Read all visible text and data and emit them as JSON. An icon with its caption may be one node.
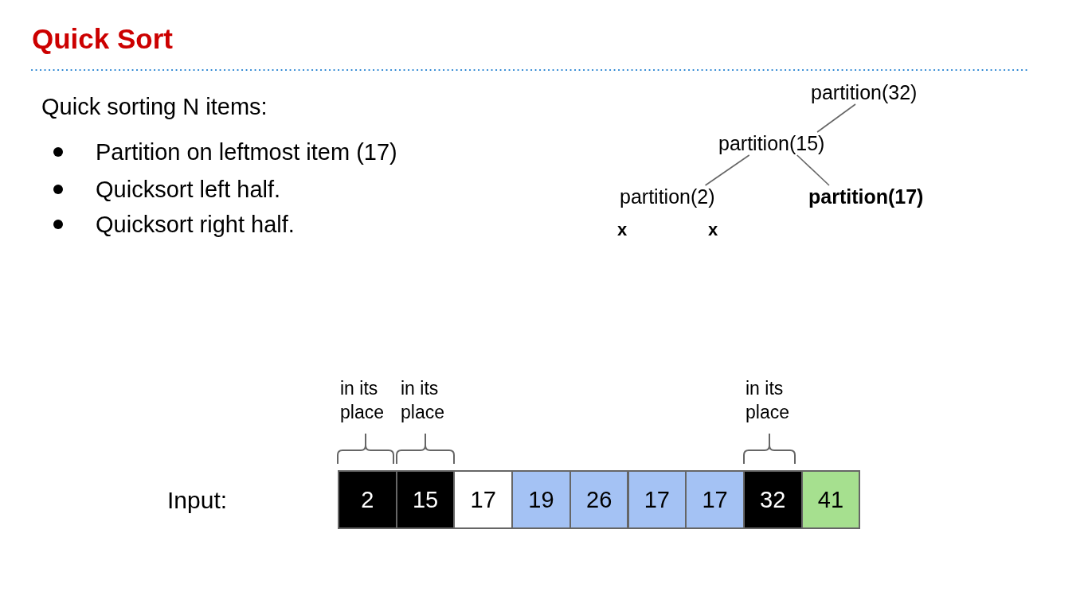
{
  "diagram": {
    "title": "Quick Sort",
    "nodes": [
      {
        "text": [
          "partition(32)"
        ]
      },
      {
        "text": [
          "partition(15)"
        ]
      },
      {
        "text": [
          "partition(2)"
        ]
      },
      {
        "text": [
          "partition(17)"
        ]
      },
      {
        "text": [
          "2"
        ]
      },
      {
        "text": [
          "15"
        ]
      },
      {
        "text": [
          "17"
        ]
      },
      {
        "text": [
          "19"
        ]
      },
      {
        "text": [
          "26"
        ]
      },
      {
        "text": [
          "17"
        ]
      },
      {
        "text": [
          "17"
        ]
      },
      {
        "text": [
          "32"
        ]
      },
      {
        "text": [
          "41"
        ]
      }
    ],
    "edges": [
      {
        "from": 0,
        "to": 1,
        "arrow": "none"
      },
      {
        "from": 1,
        "to": 2,
        "arrow": "none"
      },
      {
        "from": 1,
        "to": 3,
        "arrow": "none"
      }
    ],
    "labels": [
      "Quick sorting N items:",
      "Partition on leftmost item (17)",
      "Quicksort left half.",
      "Quicksort right half.",
      "x",
      "x",
      "in its place",
      "in its place",
      "in its place",
      "Input:"
    ]
  }
}
